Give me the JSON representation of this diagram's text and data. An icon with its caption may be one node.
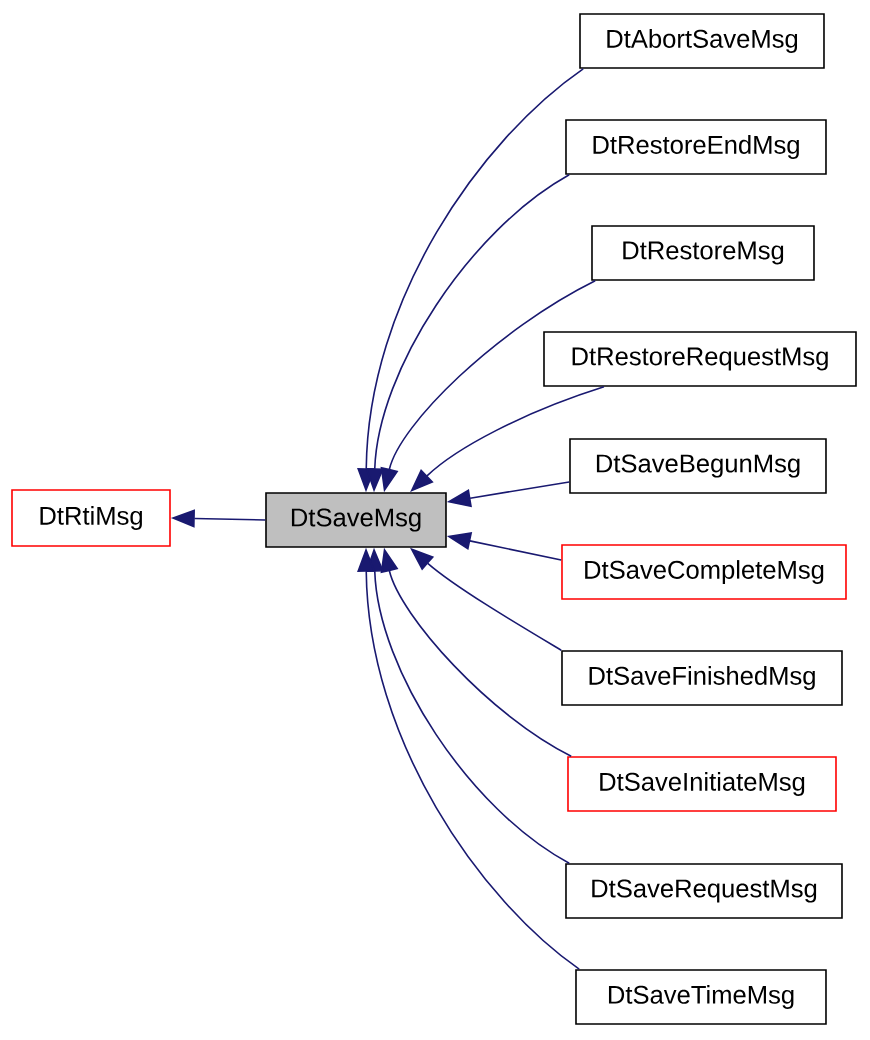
{
  "diagram": {
    "nodes": [
      {
        "text": [
          "DtRtiMsg"
        ]
      },
      {
        "text": [
          "DtSaveMsg"
        ]
      },
      {
        "text": [
          "DtAbortSaveMsg"
        ]
      },
      {
        "text": [
          "DtRestoreEndMsg"
        ]
      },
      {
        "text": [
          "DtRestoreMsg"
        ]
      },
      {
        "text": [
          "DtRestoreRequestMsg"
        ]
      },
      {
        "text": [
          "DtSaveBegunMsg"
        ]
      },
      {
        "text": [
          "DtSaveCompleteMsg"
        ]
      },
      {
        "text": [
          "DtSaveFinishedMsg"
        ]
      },
      {
        "text": [
          "DtSaveInitiateMsg"
        ]
      },
      {
        "text": [
          "DtSaveRequestMsg"
        ]
      },
      {
        "text": [
          "DtSaveTimeMsg"
        ]
      }
    ],
    "edges": [
      {
        "from": 1,
        "to": 0,
        "arrow": "to"
      },
      {
        "from": 2,
        "to": 1,
        "arrow": "to"
      },
      {
        "from": 3,
        "to": 1,
        "arrow": "to"
      },
      {
        "from": 4,
        "to": 1,
        "arrow": "to"
      },
      {
        "from": 5,
        "to": 1,
        "arrow": "to"
      },
      {
        "from": 6,
        "to": 1,
        "arrow": "to"
      },
      {
        "from": 7,
        "to": 1,
        "arrow": "to"
      },
      {
        "from": 8,
        "to": 1,
        "arrow": "to"
      },
      {
        "from": 9,
        "to": 1,
        "arrow": "to"
      },
      {
        "from": 10,
        "to": 1,
        "arrow": "to"
      },
      {
        "from": 11,
        "to": 1,
        "arrow": "to"
      }
    ]
  }
}
